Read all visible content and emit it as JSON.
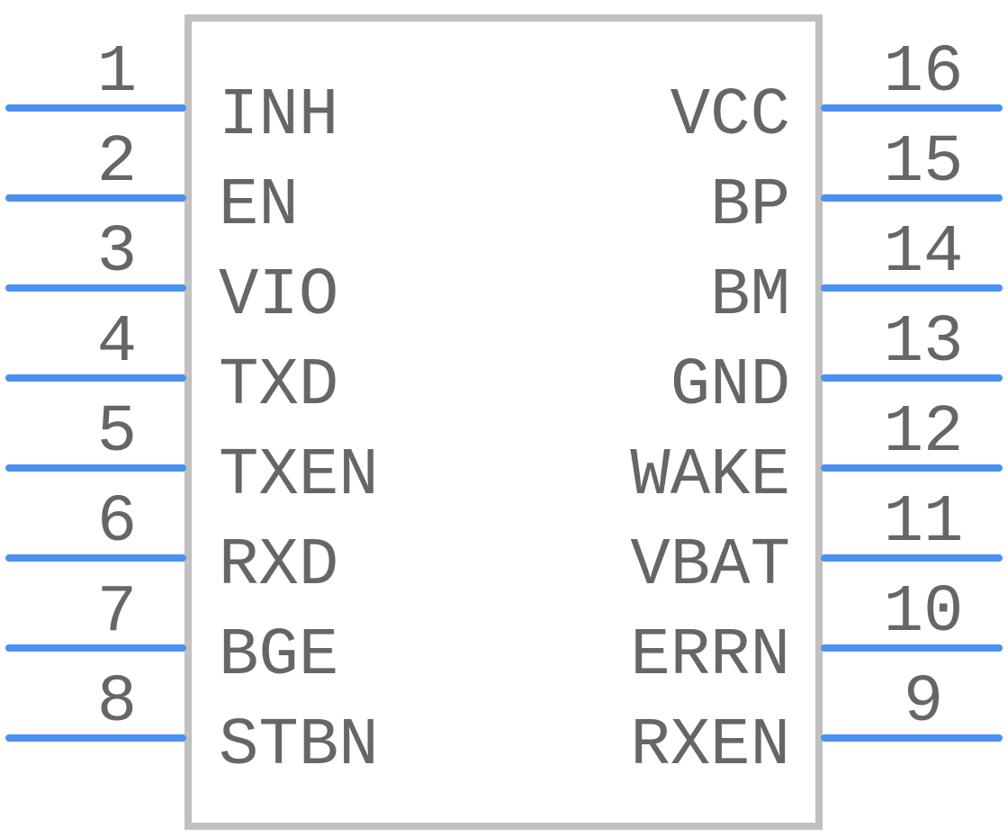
{
  "colors": {
    "pin": "#4a90f0",
    "body_outline": "#c0c0c0",
    "text": "#666666",
    "background": "#ffffff"
  },
  "pins_left": [
    {
      "number": "1",
      "name": "INH"
    },
    {
      "number": "2",
      "name": "EN"
    },
    {
      "number": "3",
      "name": "VIO"
    },
    {
      "number": "4",
      "name": "TXD"
    },
    {
      "number": "5",
      "name": "TXEN"
    },
    {
      "number": "6",
      "name": "RXD"
    },
    {
      "number": "7",
      "name": "BGE"
    },
    {
      "number": "8",
      "name": "STBN"
    }
  ],
  "pins_right": [
    {
      "number": "16",
      "name": "VCC"
    },
    {
      "number": "15",
      "name": "BP"
    },
    {
      "number": "14",
      "name": "BM"
    },
    {
      "number": "13",
      "name": "GND"
    },
    {
      "number": "12",
      "name": "WAKE"
    },
    {
      "number": "11",
      "name": "VBAT"
    },
    {
      "number": "10",
      "name": "ERRN"
    },
    {
      "number": "9",
      "name": "RXEN"
    }
  ]
}
